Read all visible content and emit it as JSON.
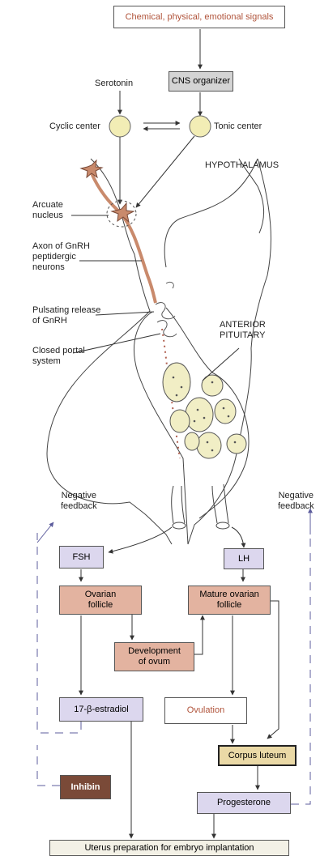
{
  "colors": {
    "box_purple": "#dcd7ee",
    "box_salmon": "#e3b3a0",
    "box_gray": "#d4d4d4",
    "box_yellow": "#ead9a6",
    "box_brown": "#7a4a38",
    "circle_fill": "#f2edb5",
    "nerve": "#c98a6c",
    "arrow_blue": "#5c5c9c",
    "line": "#444444"
  },
  "top": {
    "signals": "Chemical, physical, emotional signals",
    "cns": "CNS organizer",
    "serotonin": "Serotonin",
    "cyclic": "Cyclic center",
    "tonic": "Tonic center"
  },
  "anatomy": {
    "hypothalamus": "HYPOTHALAMUS",
    "arcuate_line1": "Arcuate",
    "arcuate_line2": "nucleus",
    "axon_line1": "Axon of GnRH",
    "axon_line2": "peptidergic",
    "axon_line3": "neurons",
    "pulsating_line1": "Pulsating release",
    "pulsating_line2": "of GnRH",
    "portal_line1": "Closed portal",
    "portal_line2": "system",
    "pituitary_line1": "ANTERIOR",
    "pituitary_line2": "PITUITARY"
  },
  "feedback": {
    "left_line1": "Negative",
    "left_line2": "feedback",
    "right_line1": "Negative",
    "right_line2": "feedback"
  },
  "boxes": {
    "fsh": "FSH",
    "lh": "LH",
    "ovarian_line1": "Ovarian",
    "ovarian_line2": "follicle",
    "mature_line1": "Mature ovarian",
    "mature_line2": "follicle",
    "development_line1": "Development",
    "development_line2": "of ovum",
    "estradiol": "17-β-estradiol",
    "ovulation": "Ovulation",
    "corpus": "Corpus luteum",
    "inhibin": "Inhibin",
    "progesterone": "Progesterone",
    "uterus": "Uterus preparation for embryo implantation"
  }
}
